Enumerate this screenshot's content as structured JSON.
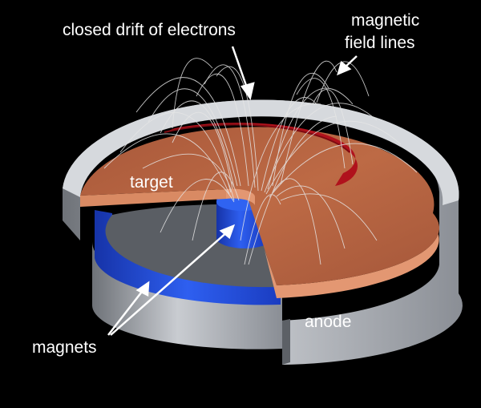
{
  "labels": {
    "closed_drift": "closed drift of electrons",
    "magnetic_line1": "magnetic",
    "magnetic_line2": "field lines",
    "target": "target",
    "magnets": "magnets",
    "anode": "anode"
  },
  "colors": {
    "background": "#000000",
    "target_copper": "#b8653f",
    "target_edge": "#e39772",
    "electron_drift": "#b0121c",
    "magnet_blue": "#1f4fd8",
    "anode_gray": "#a9adb4",
    "base_dark": "#54585e",
    "field_lines": "#e6e6e6",
    "label_text": "#ffffff"
  }
}
